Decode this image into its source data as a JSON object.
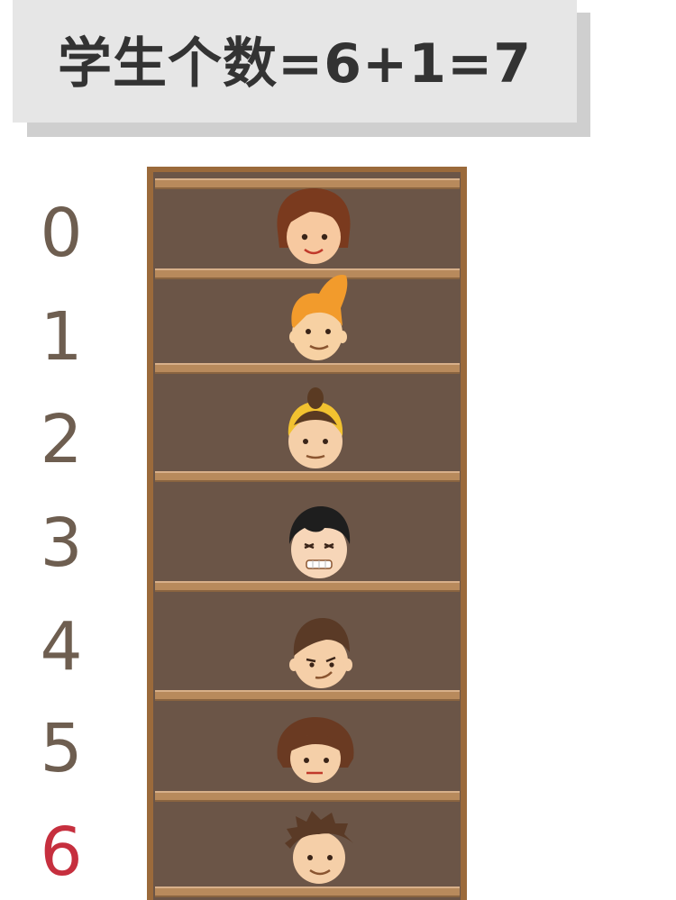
{
  "title": "学生个数=6+1=7",
  "colors": {
    "shelf_frame": "#9b6a3b",
    "shelf_back": "#6b5547",
    "index_default": "#6e5e50",
    "index_current": "#c62f3e",
    "title_bg": "#e6e6e6"
  },
  "rows": [
    {
      "index": "0",
      "student": "student-brown-bob"
    },
    {
      "index": "1",
      "student": "student-orange-quiff"
    },
    {
      "index": "2",
      "student": "student-yellow-topknot"
    },
    {
      "index": "3",
      "student": "student-black-hair-grimace"
    },
    {
      "index": "4",
      "student": "student-brown-smirk"
    },
    {
      "index": "5",
      "student": "student-brown-messy"
    },
    {
      "index": "6",
      "student": "student-brown-spiky"
    }
  ],
  "highlighted_index": "6"
}
